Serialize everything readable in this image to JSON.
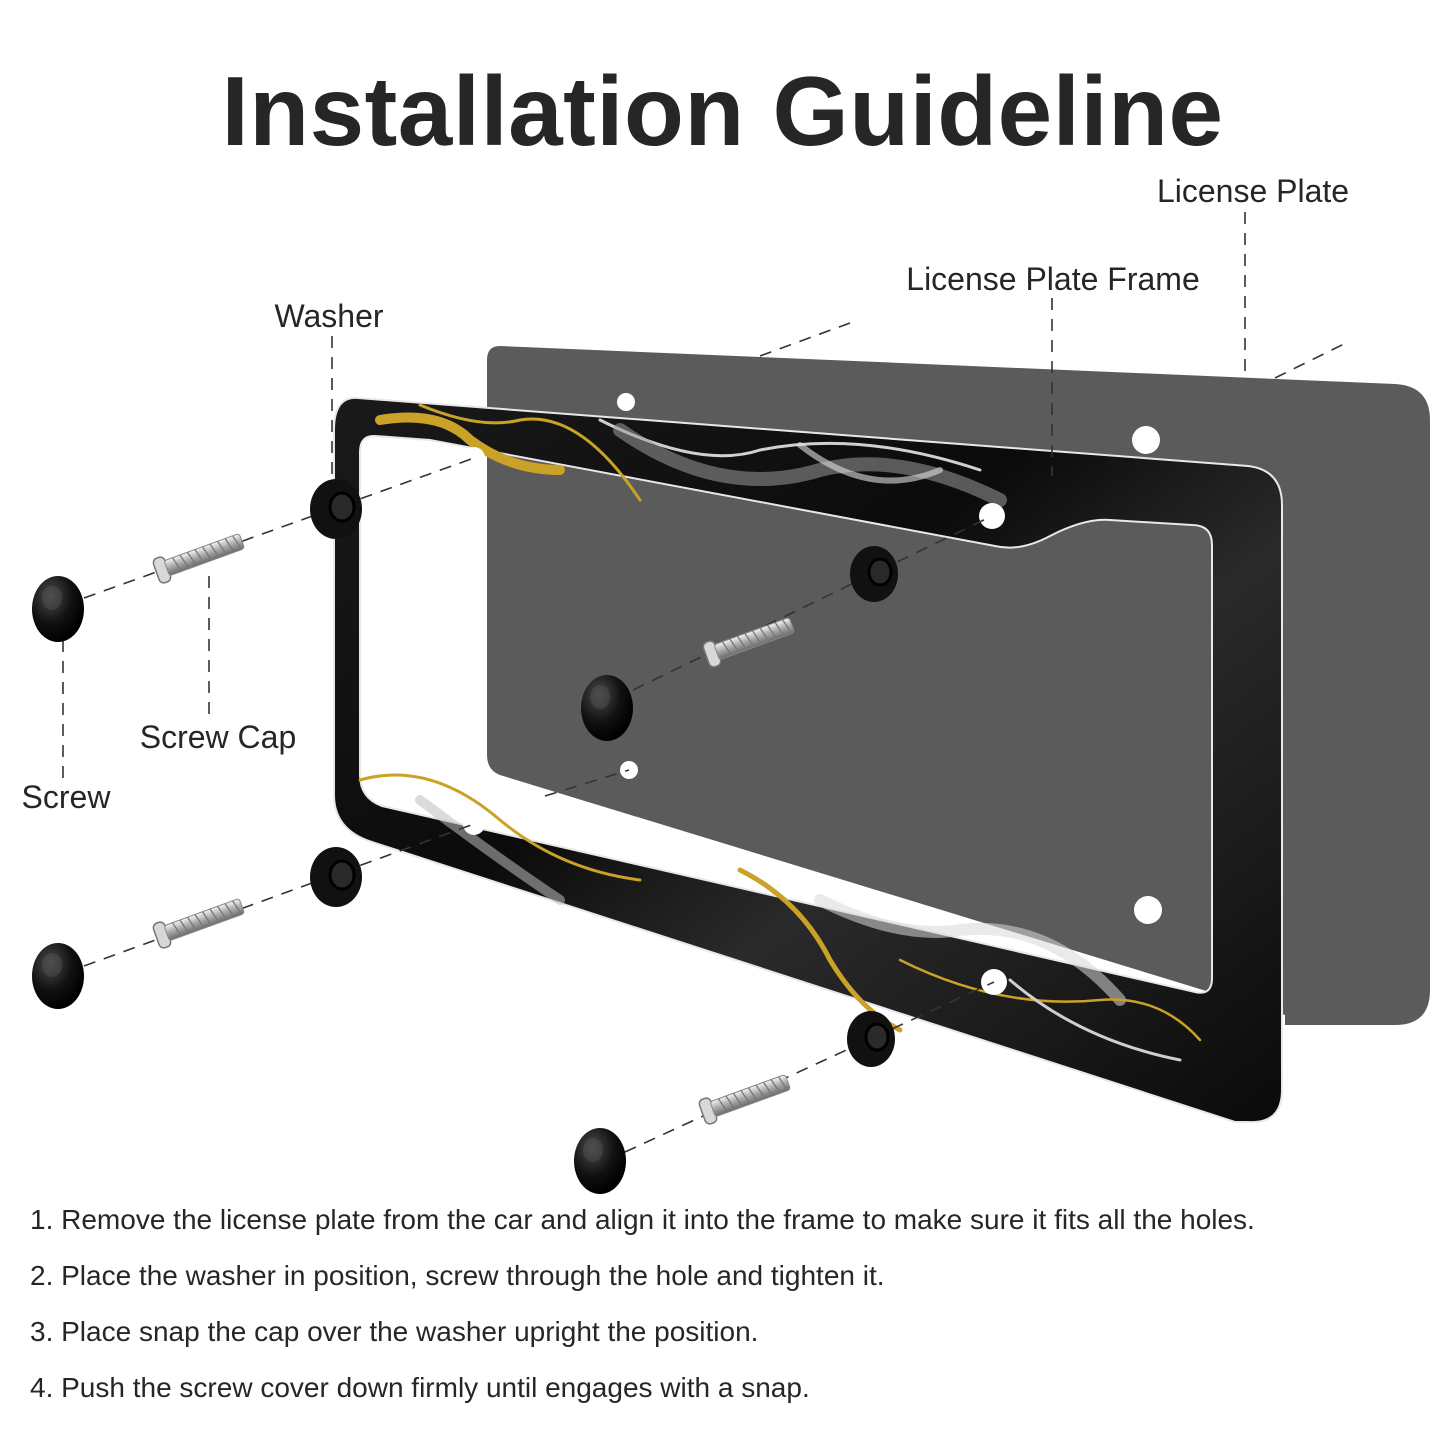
{
  "title": "Installation Guideline",
  "labels": {
    "license_plate": "License Plate",
    "license_plate_frame": "License Plate Frame",
    "washer": "Washer",
    "screw_cap": "Screw Cap",
    "screw": "Screw"
  },
  "steps": [
    "1. Remove the license plate from the car and align it into the frame to make sure it fits all the holes.",
    "2. Place the washer in position, screw through the hole and tighten it.",
    "3. Place snap the cap over the washer upright the position.",
    "4. Push the screw cover down firmly until engages with a snap."
  ],
  "colors": {
    "plate": "#5b5b5b",
    "frame": "#101010",
    "gold_vein": "#c9a227",
    "text": "#262626"
  }
}
